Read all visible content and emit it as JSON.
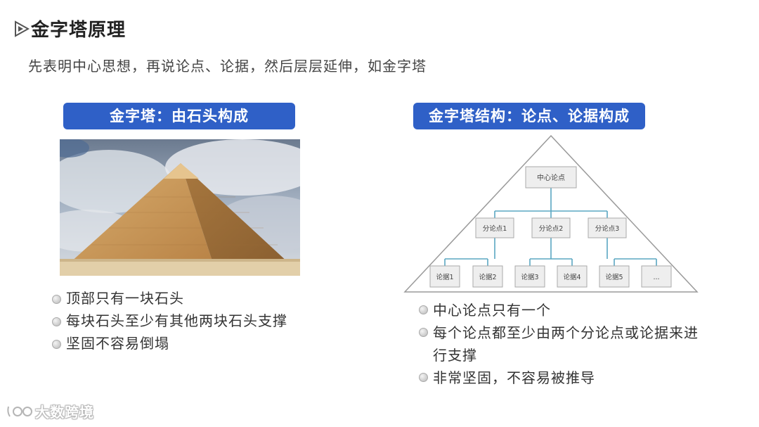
{
  "page": {
    "title": "金字塔原理",
    "subtitle": "先表明中心思想，再说论点、论据，然后层层延伸，如金字塔"
  },
  "left": {
    "label": "金字塔：由石头构成",
    "bullets": [
      "顶部只有一块石头",
      "每块石头至少有其他两块石头支撑",
      "坚固不容易倒塌"
    ]
  },
  "right": {
    "label": "金字塔结构：论点、论据构成",
    "bullets": [
      "中心论点只有一个",
      "每个论点都至少由两个分论点或论据来进行支撑",
      "非常坚固，不容易被推导"
    ],
    "diagram": {
      "center": "中心论点",
      "subpoints": [
        "分论点1",
        "分论点2",
        "分论点3"
      ],
      "evidence": [
        "论据1",
        "论据2",
        "论据3",
        "论据4",
        "论据5",
        "..."
      ]
    }
  },
  "watermark": {
    "text": "大数跨境"
  },
  "colors": {
    "accent": "#2f60c7",
    "connector": "#5aa7c2"
  }
}
